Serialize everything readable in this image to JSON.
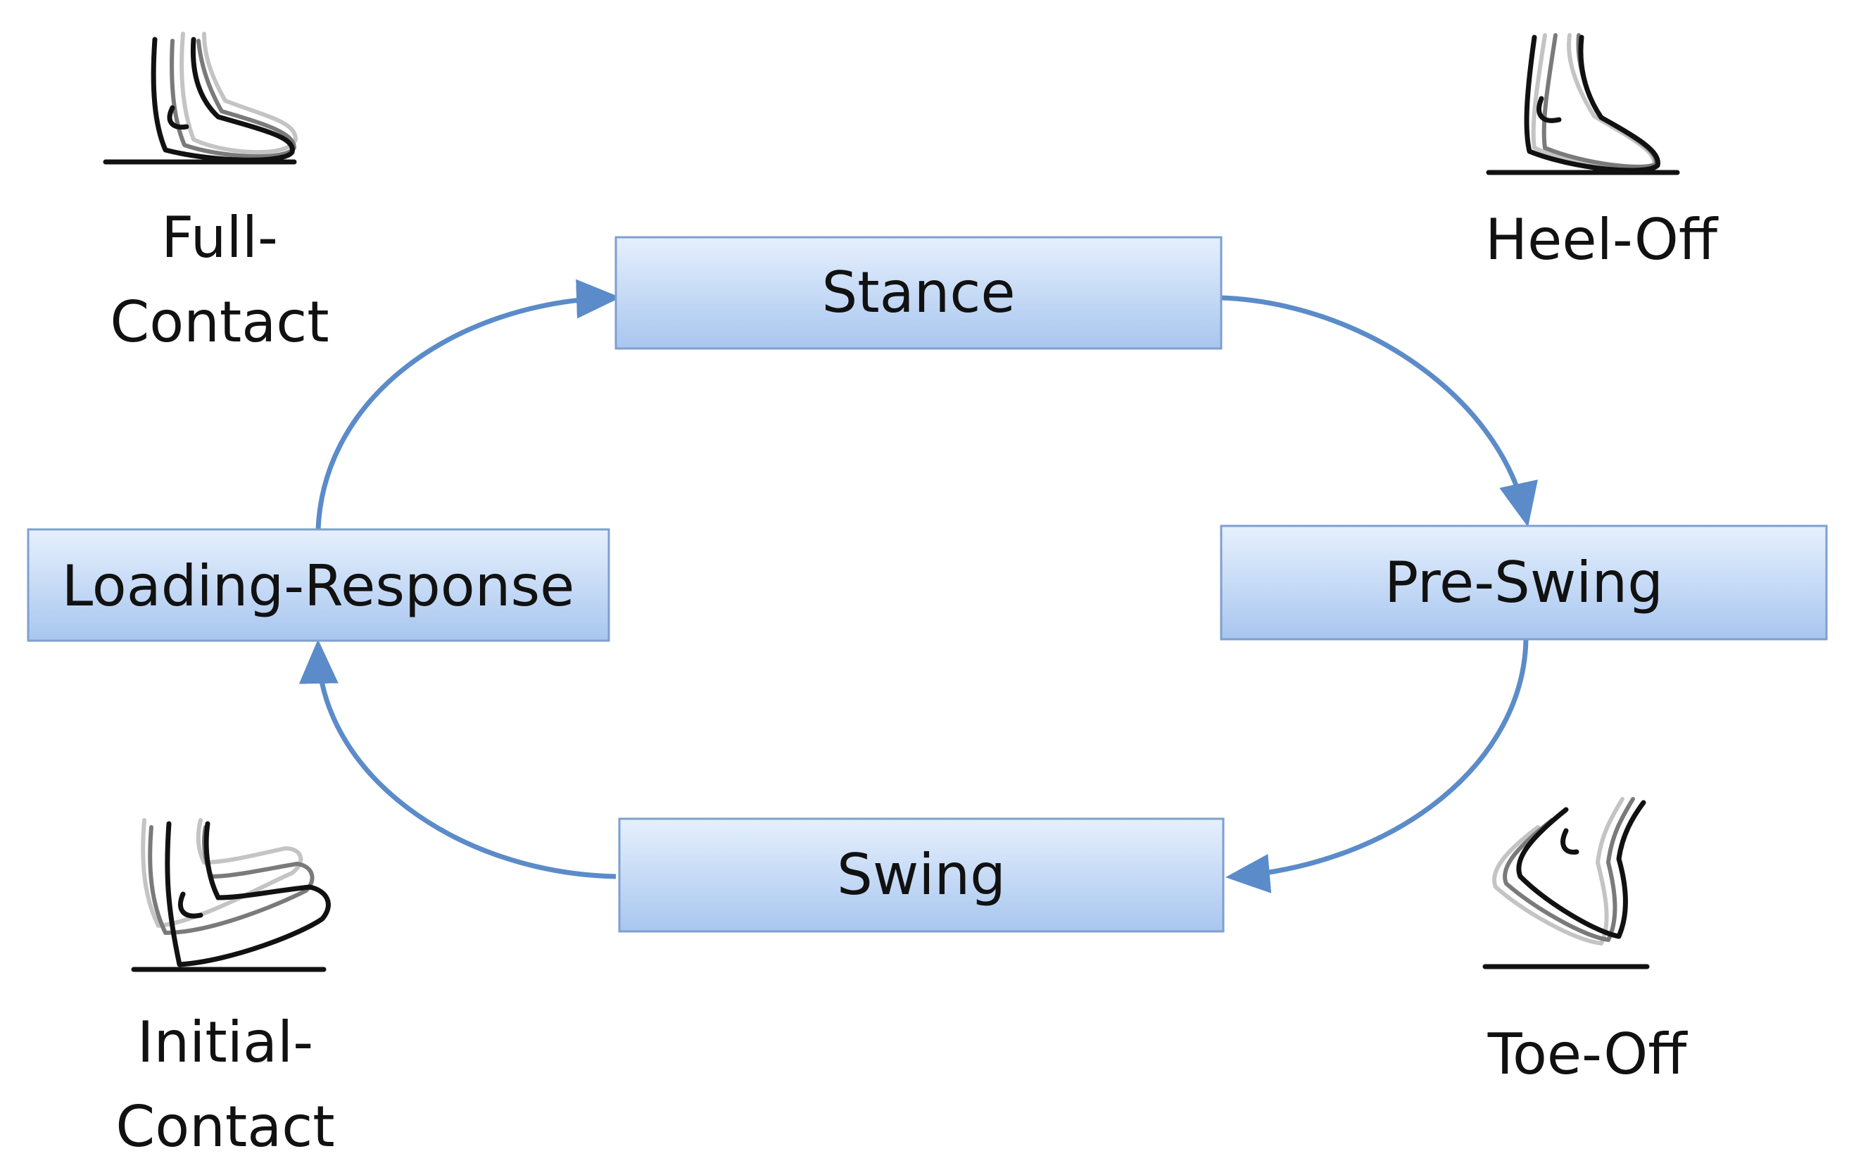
{
  "phases": {
    "stance": "Stance",
    "pre_swing": "Pre-Swing",
    "swing": "Swing",
    "loading_response": "Loading-Response"
  },
  "events": {
    "full_contact": [
      "Full-",
      "Contact"
    ],
    "heel_off": [
      "Heel-Off"
    ],
    "toe_off": [
      "Toe-Off"
    ],
    "initial_contact": [
      "Initial-",
      "Contact"
    ]
  },
  "icons": {
    "full_contact": "foot-flat-icon",
    "heel_off": "foot-heel-raised-icon",
    "toe_off": "foot-toe-off-icon",
    "initial_contact": "foot-heel-strike-icon"
  },
  "colors": {
    "arrow": "#5b8bc9",
    "box_top": "#e3eefc",
    "box_bottom": "#a9c7f0",
    "box_border": "#7f9fcf"
  }
}
